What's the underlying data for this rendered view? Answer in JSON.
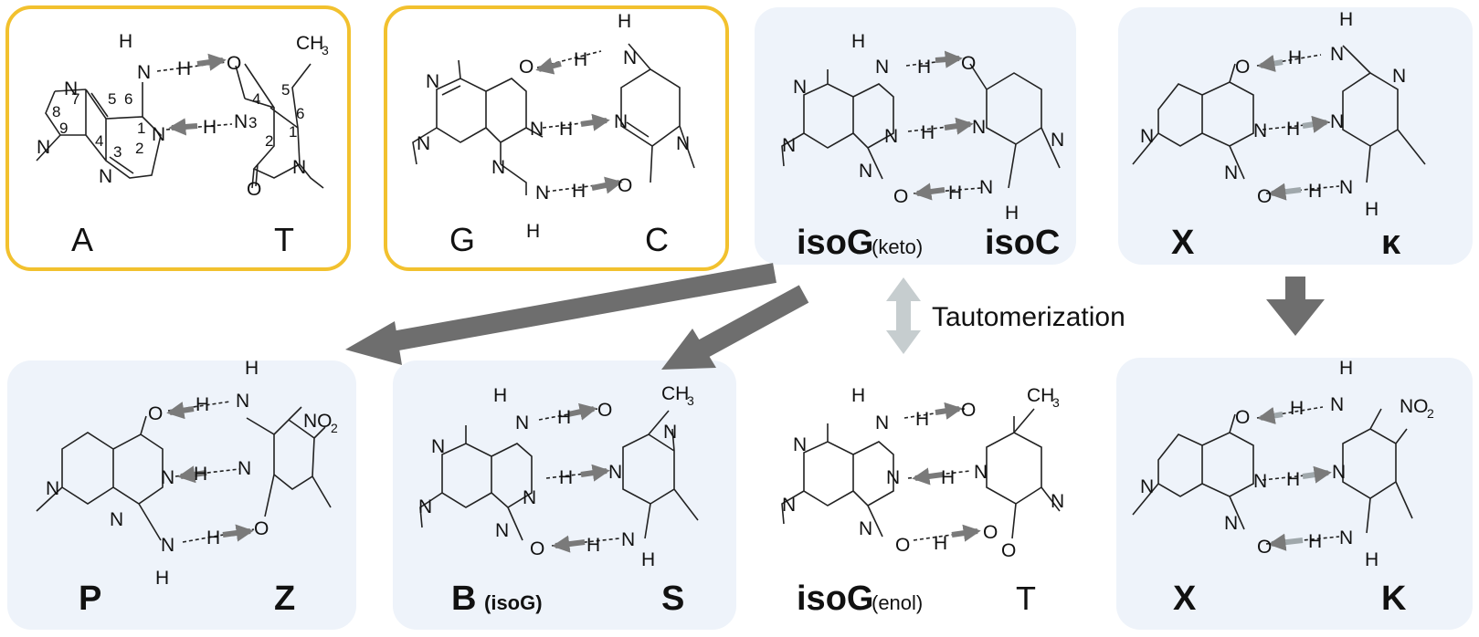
{
  "pairs": [
    {
      "left": "A",
      "right": "T",
      "style": "natural"
    },
    {
      "left": "G",
      "right": "C",
      "style": "natural"
    },
    {
      "left": "isoG",
      "left_sub": "(keto)",
      "right": "isoC",
      "style": "bold"
    },
    {
      "left": "X",
      "right": "κ",
      "style": "bold"
    },
    {
      "left": "P",
      "right": "Z",
      "style": "bold"
    },
    {
      "left": "B",
      "left_sub": "(isoG)",
      "right": "S",
      "style": "bold"
    },
    {
      "left": "isoG",
      "left_sub": "(enol)",
      "right": "T",
      "style": "mixed"
    },
    {
      "left": "X",
      "right": "K",
      "style": "bold"
    }
  ],
  "tautomerization_label": "Tautomerization",
  "atom_numbers_A": [
    "7",
    "8",
    "9",
    "4",
    "5",
    "6",
    "1",
    "2",
    "3"
  ],
  "atom_numbers_T": [
    "4",
    "5",
    "6",
    "1",
    "2",
    "3"
  ],
  "substituents": {
    "methyl": "CH",
    "methyl_sub": "3",
    "nitro": "NO",
    "nitro_sub": "2"
  },
  "colors": {
    "natural_border": "#F2C12E",
    "panel_fill": "#EEF3FA",
    "arrow": "#6E6E6E",
    "hbond_arrow": "#7A7A7A",
    "taut_arrow": "#C6CDCF"
  }
}
